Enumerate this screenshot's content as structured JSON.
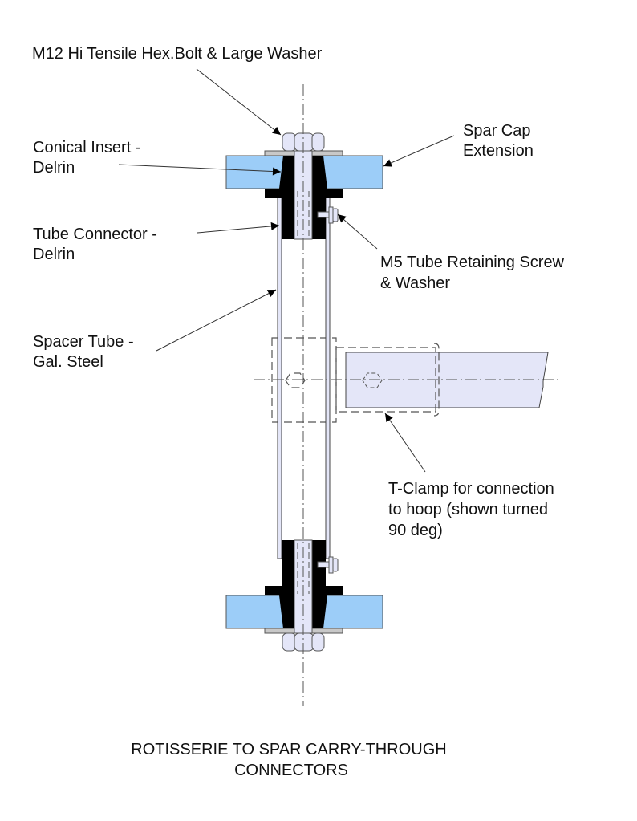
{
  "diagram": {
    "title_line1": "ROTISSERIE TO SPAR CARRY-THROUGH",
    "title_line2": "CONNECTORS",
    "labels": {
      "bolt": "M12 Hi Tensile Hex.Bolt & Large Washer",
      "conical_l1": "Conical Insert -",
      "conical_l2": "Delrin",
      "sparcap_l1": "Spar Cap",
      "sparcap_l2": "Extension",
      "tubeconn_l1": "Tube Connector -",
      "tubeconn_l2": "Delrin",
      "screw_l1": "M5 Tube Retaining Screw",
      "screw_l2": "& Washer",
      "spacer_l1": "Spacer Tube -",
      "spacer_l2": "Gal. Steel",
      "tclamp_l1": "T-Clamp for connection",
      "tclamp_l2": "to hoop (shown turned",
      "tclamp_l3": "90 deg)"
    },
    "colors": {
      "spar": "#9ccdf8",
      "bolt": "#e4e6f8",
      "delrin": "#000000",
      "washer": "#c8c8c8",
      "line": "#333333"
    }
  }
}
